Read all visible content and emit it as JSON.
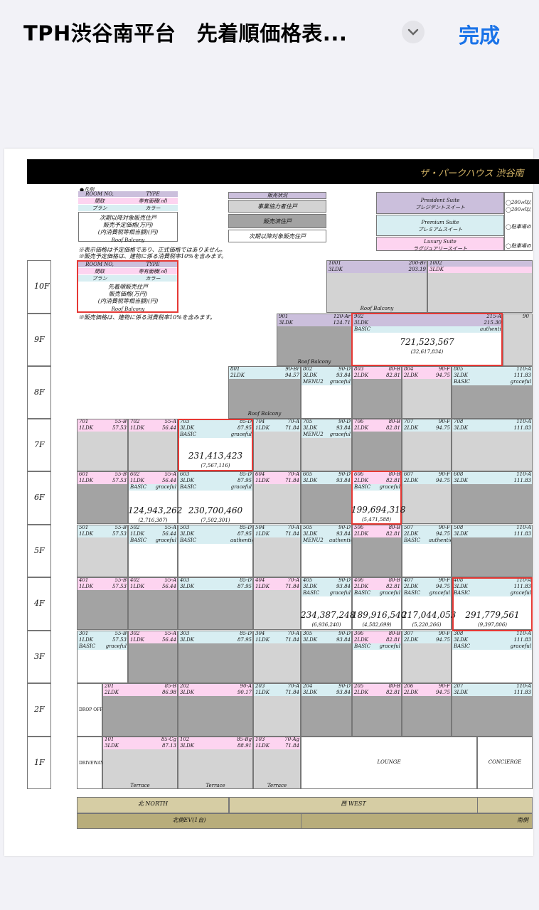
{
  "header": {
    "title": "TPH渋谷南平台　先着順価格表...",
    "done": "完成"
  },
  "banner": {
    "text": "ザ・パークハウス 渋谷南"
  },
  "legend": {
    "mark": "●凡例",
    "room": "ROOM NO,",
    "type": "TYPE",
    "madori": "間取",
    "area": "専有面積(㎡)",
    "plan": "プラン",
    "color": "カラー",
    "next_lines": [
      "次期以降対象販売住戸",
      "販売予定価格(万円)",
      "(内消費税等相当額)(円)"
    ],
    "roof": "Roof Balcony",
    "note1": "※表示価格は予定価格であり、正式価格ではありません。",
    "note2": "※販売予定価格は、建物に係る消費税率10%を含みます。",
    "senchaku_lines": [
      "先着順販売住戸",
      "販売価格(万円)",
      "(内消費税等相当額)(円)"
    ],
    "note3": "※販売価格は、建物に係る消費税率10%を含みます。",
    "status_title": "販売状況",
    "status1": "事業協力者住戸",
    "status2": "販売済住戸",
    "status3": "次期以降対象販売住戸",
    "suite1": "President Suite",
    "suite1j": "プレジデントスイート",
    "suite2": "Premium Suite",
    "suite2j": "プレミアムスイート",
    "suite3": "Luxury Suite",
    "suite3j": "ラグジュアリースイート",
    "suite_note1": "◯200㎡以",
    "suite_note2": "◯200㎡以",
    "suite_note3": "◯駐車場の",
    "suite_note4": "◯駐車場の"
  },
  "floors": [
    "10F",
    "9F",
    "8F",
    "7F",
    "6F",
    "5F",
    "4F",
    "3F",
    "2F",
    "1F"
  ],
  "units": {
    "u1001": [
      "1001",
      "200-Br",
      "3LDK",
      "203.19"
    ],
    "u1002": [
      "1002",
      "3LDK"
    ],
    "u901": [
      "901",
      "120-Ar",
      "3LDK",
      "124.71"
    ],
    "u902": [
      "902",
      "215-A",
      "3LDK",
      "215.30",
      "BASIC",
      "authentic"
    ],
    "u90x": [
      "90"
    ],
    "u801": [
      "801",
      "90-Br",
      "2LDK",
      "94.57"
    ],
    "u802": [
      "802",
      "90-D",
      "3LDK",
      "93.84",
      "MENU2",
      "graceful"
    ],
    "u803": [
      "803",
      "80-B",
      "2LDK",
      "82.81"
    ],
    "u804": [
      "804",
      "90-F",
      "2LDK",
      "94.75"
    ],
    "u805": [
      "805",
      "110-A",
      "3LDK",
      "111.83",
      "BASIC",
      "graceful"
    ],
    "u701": [
      "701",
      "55-B",
      "1LDK",
      "57.53"
    ],
    "u702": [
      "702",
      "55-A",
      "1LDK",
      "56.44"
    ],
    "u703": [
      "703",
      "85-D",
      "3LDK",
      "87.95",
      "BASIC",
      "graceful"
    ],
    "u704": [
      "704",
      "70-A",
      "1LDK",
      "71.84"
    ],
    "u705": [
      "705",
      "90-D",
      "3LDK",
      "93.84",
      "MENU2",
      "graceful"
    ],
    "u706": [
      "706",
      "80-B",
      "2LDK",
      "82.81"
    ],
    "u707": [
      "707",
      "90-F",
      "2LDK",
      "94.75"
    ],
    "u708": [
      "708",
      "110-A",
      "3LDK",
      "111.83"
    ],
    "u601": [
      "601",
      "55-B",
      "1LDK",
      "57.53"
    ],
    "u602": [
      "602",
      "55-A",
      "1LDK",
      "56.44",
      "BASIC",
      "graceful"
    ],
    "u603": [
      "603",
      "85-D",
      "3LDK",
      "87.95",
      "BASIC",
      "graceful"
    ],
    "u604": [
      "604",
      "70-A",
      "1LDK",
      "71.84"
    ],
    "u605": [
      "605",
      "90-D",
      "3LDK",
      "93.84"
    ],
    "u606": [
      "606",
      "80-B",
      "2LDK",
      "82.81",
      "BASIC",
      "graceful"
    ],
    "u607": [
      "607",
      "90-F",
      "2LDK",
      "94.75"
    ],
    "u608": [
      "608",
      "110-A",
      "3LDK",
      "111.83"
    ],
    "u501": [
      "501",
      "55-B",
      "1LDK",
      "57.53"
    ],
    "u502": [
      "502",
      "55-A",
      "1LDK",
      "56.44",
      "BASIC",
      "graceful"
    ],
    "u503": [
      "503",
      "85-D",
      "3LDK",
      "87.95",
      "BASIC",
      "authentic"
    ],
    "u504": [
      "504",
      "70-A",
      "1LDK",
      "71.84"
    ],
    "u505": [
      "505",
      "90-D",
      "3LDK",
      "93.84",
      "MENU2",
      "authentic"
    ],
    "u506": [
      "506",
      "80-B",
      "2LDK",
      "82.81"
    ],
    "u507": [
      "507",
      "90-F",
      "2LDK",
      "94.75",
      "BASIC",
      "authentic"
    ],
    "u508": [
      "508",
      "110-A",
      "3LDK",
      "111.83"
    ],
    "u401": [
      "401",
      "55-B",
      "1LDK",
      "57.53"
    ],
    "u402": [
      "402",
      "55-A",
      "1LDK",
      "56.44"
    ],
    "u403": [
      "403",
      "85-D",
      "3LDK",
      "87.95"
    ],
    "u404": [
      "404",
      "70-A",
      "1LDK",
      "71.84"
    ],
    "u405": [
      "405",
      "90-D",
      "3LDK",
      "93.84",
      "BASIC",
      "graceful"
    ],
    "u406": [
      "406",
      "80-B",
      "2LDK",
      "82.81",
      "BASIC",
      "graceful"
    ],
    "u407": [
      "407",
      "90-F",
      "2LDK",
      "94.75",
      "BASIC",
      "graceful"
    ],
    "u408": [
      "408",
      "110-A",
      "3LDK",
      "111.83",
      "BASIC",
      "graceful"
    ],
    "u301": [
      "301",
      "55-B",
      "1LDK",
      "57.53",
      "BASIC",
      "graceful"
    ],
    "u302": [
      "302",
      "55-A",
      "1LDK",
      "56.44"
    ],
    "u303": [
      "303",
      "85-D",
      "3LDK",
      "87.95"
    ],
    "u304": [
      "304",
      "70-A",
      "1LDK",
      "71.84"
    ],
    "u305": [
      "305",
      "90-D",
      "3LDK",
      "93.84"
    ],
    "u306": [
      "306",
      "80-B",
      "2LDK",
      "82.81",
      "BASIC",
      "graceful"
    ],
    "u307": [
      "307",
      "90-F",
      "2LDK",
      "94.75"
    ],
    "u308": [
      "308",
      "110-A",
      "3LDK",
      "111.83",
      "BASIC",
      "graceful"
    ],
    "u201": [
      "201",
      "85-B",
      "2LDK",
      "86.98"
    ],
    "u202": [
      "202",
      "90-A",
      "3LDK",
      "90.17"
    ],
    "u203": [
      "203",
      "70-A",
      "1LDK",
      "71.84"
    ],
    "u204": [
      "204",
      "90-D",
      "3LDK",
      "93.84"
    ],
    "u205": [
      "205",
      "80-B",
      "2LDK",
      "82.81"
    ],
    "u206": [
      "206",
      "90-F",
      "2LDK",
      "94.75"
    ],
    "u207": [
      "207",
      "110-A",
      "3LDK",
      "111.83"
    ],
    "u101": [
      "101",
      "85-Cg",
      "3LDK",
      "87.13"
    ],
    "u102": [
      "102",
      "85-Bg",
      "3LDK",
      "88.91"
    ],
    "u103": [
      "103",
      "70-Ag",
      "1LDK",
      "71.84"
    ]
  },
  "prices": {
    "p902": [
      "721,523,567",
      "(32,617,834)"
    ],
    "p703": [
      "231,413,423",
      "(7,567,116)"
    ],
    "p602": [
      "124,943,262",
      "(2,716,307)"
    ],
    "p603": [
      "230,700,460",
      "(7,502,301)"
    ],
    "p606": [
      "199,694,318",
      "(5,471,588)"
    ],
    "p405": [
      "234,387,248",
      "(6,936,240)"
    ],
    "p406": [
      "189,916,540",
      "(4,582,699)"
    ],
    "p407": [
      "217,044,053",
      "(5,220,266)"
    ],
    "p408": [
      "291,779,561",
      "(9,397,806)"
    ]
  },
  "labels": {
    "roof": "Roof Balcony",
    "dropoff": "DROP OFF",
    "driveway": "DRIVEWAY",
    "lounge": "LOUNGE",
    "concierge": "CONCIERGE",
    "terrace": "Terrace"
  },
  "footer": {
    "north": "北 NORTH",
    "west": "西 WEST",
    "ev": "北側EV(1台)",
    "south": "南側"
  }
}
